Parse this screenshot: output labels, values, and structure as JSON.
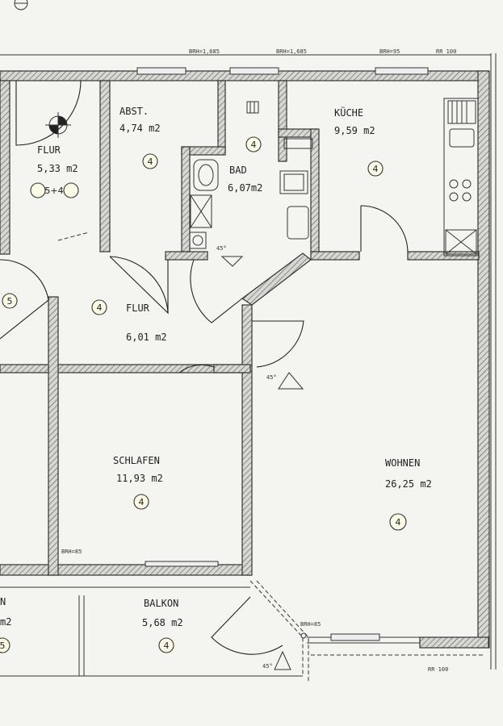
{
  "rooms": {
    "flur1": {
      "name": "FLUR",
      "area": "5,33 m2",
      "tag": "5+4"
    },
    "abst": {
      "name": "ABST.",
      "area": "4,74 m2",
      "tag": "4"
    },
    "bad": {
      "name": "BAD",
      "area": "6,07m2",
      "tag": "4"
    },
    "kueche": {
      "name": "KÜCHE",
      "area": "9,59 m2",
      "tag": "4"
    },
    "flur2": {
      "name": "FLUR",
      "area": "6,01 m2",
      "tag": "4"
    },
    "schlafen": {
      "name": "SCHLAFEN",
      "area": "11,93 m2",
      "tag": "4"
    },
    "wohnen": {
      "name": "WOHNEN",
      "area": "26,25 m2",
      "tag": "4"
    },
    "balkon": {
      "name": "BALKON",
      "area": "5,68 m2",
      "tag": "4"
    },
    "left_partial": {
      "name": "N",
      "area": "m2",
      "tag": "5"
    }
  },
  "left_circle_tag": "5",
  "left_mid_tag": "4",
  "dimensions": {
    "brh1": "BRH=1,685",
    "brh2": "BRH=1,685",
    "brh95": "BRH=95",
    "rr100_top": "RR 100",
    "rr100_bottom": "RR 100",
    "brh85_a": "BRH=85",
    "brh85_b": "BRH=85"
  },
  "angles": {
    "a1": "45°",
    "a2": "45°",
    "a3": "45°"
  }
}
